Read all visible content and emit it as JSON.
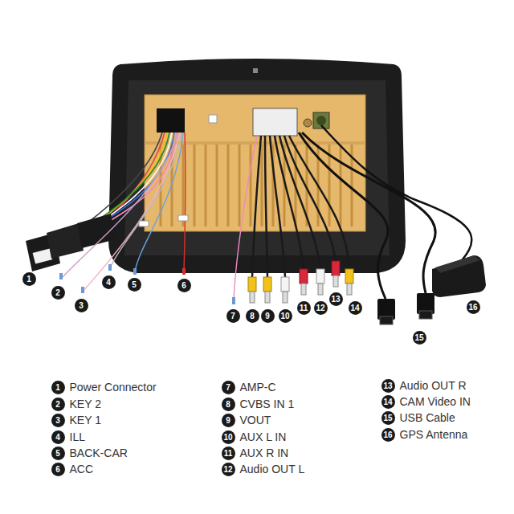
{
  "diagram": {
    "nodes": [
      {
        "text": [
          "1"
        ]
      },
      {
        "text": [
          "2"
        ]
      },
      {
        "text": [
          "3"
        ]
      },
      {
        "text": [
          "4"
        ]
      },
      {
        "text": [
          "5"
        ]
      },
      {
        "text": [
          "6"
        ]
      },
      {
        "text": [
          "7"
        ]
      },
      {
        "text": [
          "8"
        ]
      },
      {
        "text": [
          "9"
        ]
      },
      {
        "text": [
          "10"
        ]
      },
      {
        "text": [
          "11"
        ]
      },
      {
        "text": [
          "12"
        ]
      },
      {
        "text": [
          "13"
        ]
      },
      {
        "text": [
          "14"
        ]
      },
      {
        "text": [
          "15"
        ]
      },
      {
        "text": [
          "16"
        ]
      },
      {
        "text": [
          "1",
          "Power Connector"
        ]
      },
      {
        "text": [
          "2",
          "KEY 2"
        ]
      },
      {
        "text": [
          "3",
          "KEY 1"
        ]
      },
      {
        "text": [
          "4",
          "ILL"
        ]
      },
      {
        "text": [
          "5",
          "BACK-CAR"
        ]
      },
      {
        "text": [
          "6",
          "ACC"
        ]
      },
      {
        "text": [
          "7",
          "AMP-C"
        ]
      },
      {
        "text": [
          "8",
          "CVBS IN 1"
        ]
      },
      {
        "text": [
          "9",
          "VOUT"
        ]
      },
      {
        "text": [
          "10",
          "AUX L IN"
        ]
      },
      {
        "text": [
          "11",
          "AUX R IN"
        ]
      },
      {
        "text": [
          "12",
          "Audio OUT L"
        ]
      },
      {
        "text": [
          "13",
          "Audio OUT R"
        ]
      },
      {
        "text": [
          "14",
          "CAM Video IN"
        ]
      },
      {
        "text": [
          "15",
          "USB Cable"
        ]
      },
      {
        "text": [
          "16",
          "GPS Antenna"
        ]
      }
    ]
  }
}
